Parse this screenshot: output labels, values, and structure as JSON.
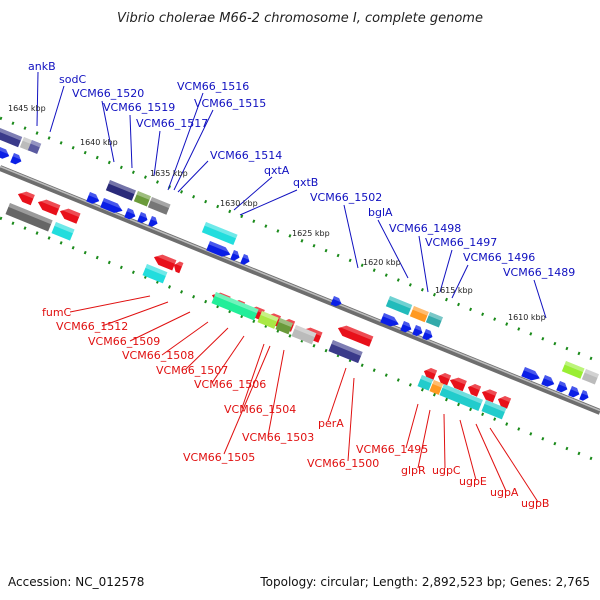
{
  "title": "Vibrio cholerae M66-2 chromosome I, complete genome",
  "footer": {
    "accession": "Accession: NC_012578",
    "topology": "Topology: circular; Length: 2,892,523 bp; Genes: 2,765"
  },
  "colors": {
    "forward_label": "#1010c0",
    "reverse_label": "#e01010",
    "gene_forward": "#0a1fe6",
    "gene_reverse": "#e8101a",
    "tick": "#1a8a1a",
    "backbone": "#8c8c8c"
  },
  "scale_labels": [
    "1645 kbp",
    "1640 kbp",
    "1635 kbp",
    "1630 kbp",
    "1625 kbp",
    "1620 kbp",
    "1615 kbp",
    "1610 kbp"
  ],
  "forward_labels": [
    "ankB",
    "sodC",
    "VCM66_1520",
    "VCM66_1519",
    "VCM66_1517",
    "VCM66_1516",
    "VCM66_1515",
    "VCM66_1514",
    "qxtA",
    "qxtB",
    "VCM66_1502",
    "bglA",
    "VCM66_1498",
    "VCM66_1497",
    "VCM66_1496",
    "VCM66_1489"
  ],
  "reverse_labels": [
    "fumC",
    "VCM66_1512",
    "VCM66_1509",
    "VCM66_1508",
    "VCM66_1507",
    "VCM66_1506",
    "VCM66_1504",
    "VCM66_1503",
    "VCM66_1505",
    "perA",
    "VCM66_1500",
    "VCM66_1495",
    "glpR",
    "ugpC",
    "ugpE",
    "ugpA",
    "ugpB"
  ]
}
